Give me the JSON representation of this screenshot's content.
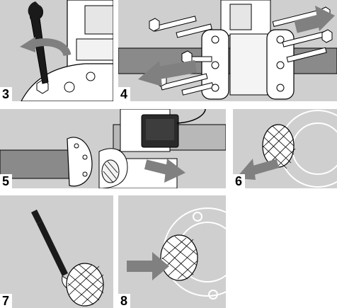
{
  "steps": [
    {
      "number": "3"
    },
    {
      "number": "4"
    },
    {
      "number": "5"
    },
    {
      "number": "6"
    },
    {
      "number": "7"
    },
    {
      "number": "8"
    }
  ],
  "colors": {
    "panel_bg": "#cfcfcf",
    "arrow": "#808080",
    "outline": "#000000",
    "pipe": "#8a8a8a",
    "metal": "#ffffff"
  },
  "icons": [
    "wrench-icon",
    "rotate-arrow-icon",
    "bolt-icon",
    "pipe-icon",
    "flange-icon",
    "strainer-icon",
    "brush-icon",
    "direction-arrow-icon"
  ]
}
